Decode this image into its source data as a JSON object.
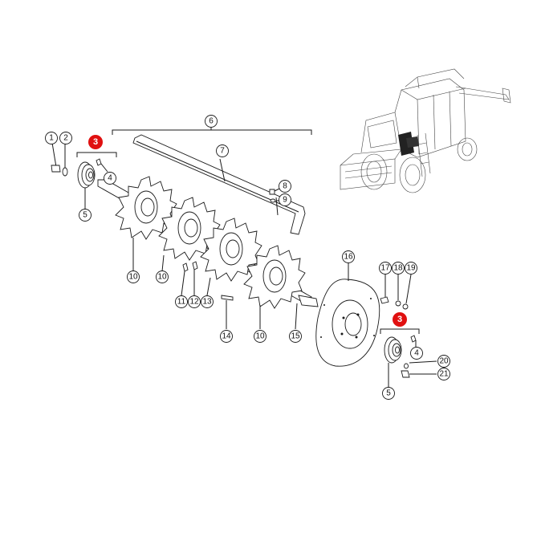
{
  "diagram": {
    "callouts": {
      "c1": "1",
      "c2": "2",
      "c4a": "4",
      "c5a": "5",
      "c6": "6",
      "c7": "7",
      "c8": "8",
      "c9": "9",
      "c10a": "10",
      "c10b": "10",
      "c10c": "10",
      "c11": "11",
      "c12": "12",
      "c13": "13",
      "c14": "14",
      "c15": "15",
      "c16": "16",
      "c17": "17",
      "c18": "18",
      "c19": "19",
      "c4b": "4",
      "c5b": "5",
      "c20": "20",
      "c21": "21"
    },
    "highlighted": {
      "h3a": "3",
      "h3b": "3"
    },
    "colors": {
      "highlight": "#e01010",
      "line": "#1a1a1a",
      "background": "#ffffff"
    }
  }
}
